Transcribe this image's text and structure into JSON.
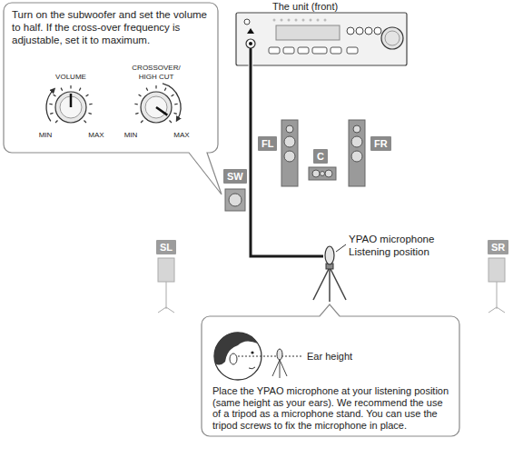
{
  "diagram": {
    "nodes": [
      {
        "text": [
          "Turn on the subwoofer and set the volume to half. If the cross-over frequency is adjustable, set it to maximum."
        ]
      },
      {
        "text": [
          "FL"
        ]
      },
      {
        "text": [
          "FR"
        ]
      },
      {
        "text": [
          "C"
        ]
      },
      {
        "text": [
          "SW"
        ]
      },
      {
        "text": [
          "SL"
        ]
      },
      {
        "text": [
          "SR"
        ]
      },
      {
        "text": [
          "Place the YPAO microphone at your listening position (same height as your ears). We recommend the use of a tripod as a microphone stand. You can use the tripod screws to fix the microphone in place."
        ]
      }
    ],
    "labels": [
      "The unit (front)",
      "VOLUME",
      "CROSSOVER/ HIGH CUT",
      "MIN",
      "MAX",
      "MIN",
      "MAX",
      "YPAO microphone Listening position",
      "Ear height"
    ]
  }
}
